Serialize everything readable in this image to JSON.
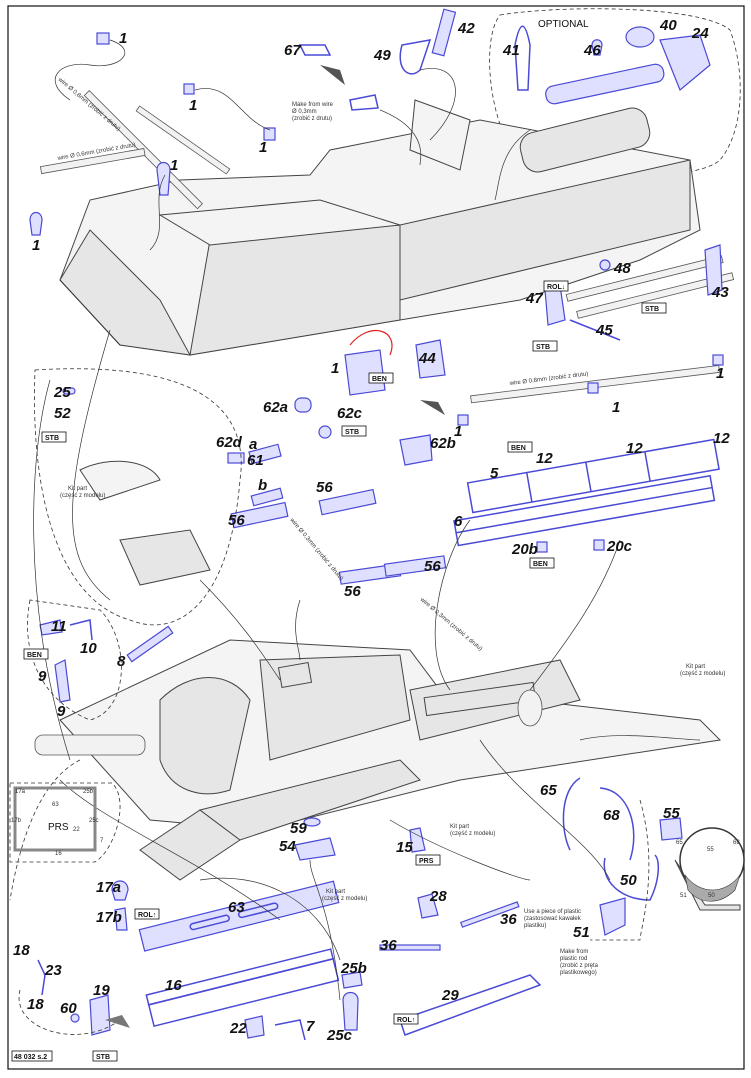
{
  "sheet_code": "48 032 s.2",
  "optional_label": "OPTIONAL",
  "tags": {
    "stb": "STB",
    "ben": "BEN",
    "prs": "PRS",
    "rol_down": "ROL↓",
    "rol_up": "ROL↑"
  },
  "notes": {
    "wire_08": "wire Ø 0,8mm (zrobić z drutu)",
    "wire_06": "wire Ø 0,6mm (zrobić z drutu)",
    "wire_03_make_1": "Make from wire",
    "wire_03_make_2": "Ø 0,3mm",
    "wire_03_make_3": "(zrobić z drutu)",
    "wire_03": "wire Ø 0,3mm (zrobić z drutu)",
    "kit_part_1": "Kit part",
    "kit_part_2": "(część z modelu)",
    "plastic_1": "Use a piece of plastic",
    "plastic_2": "(zastosować kawałek",
    "plastic_3": "plastiku)",
    "rod_1": "Make from",
    "rod_2": "plastic rod",
    "rod_3": "(zrobić z pręta",
    "rod_4": "plastikowego)"
  },
  "parts": [
    "1",
    "67",
    "49",
    "42",
    "41",
    "46",
    "40",
    "24",
    "48",
    "43",
    "47",
    "45",
    "44",
    "25",
    "52",
    "62a",
    "62c",
    "62d",
    "a",
    "61",
    "b",
    "62b",
    "56",
    "5",
    "6",
    "12",
    "20b",
    "20c",
    "11",
    "10",
    "9",
    "8",
    "65",
    "68",
    "55",
    "59",
    "54",
    "15",
    "28",
    "17a",
    "17b",
    "63",
    "50",
    "51",
    "36",
    "29",
    "18",
    "23",
    "19",
    "60",
    "16",
    "22",
    "7",
    "25b",
    "25c"
  ],
  "inset_prs": {
    "labels": [
      "17a",
      "63",
      "25b",
      "17b",
      "PRS",
      "22",
      "25c",
      "7",
      "16"
    ]
  },
  "inset_round": {
    "labels": [
      "65",
      "68",
      "55",
      "51",
      "50"
    ]
  },
  "colors": {
    "photoetch_part": "#4a4ad6",
    "hull": "#e6e6e6",
    "arrow_red": "#e02020"
  }
}
